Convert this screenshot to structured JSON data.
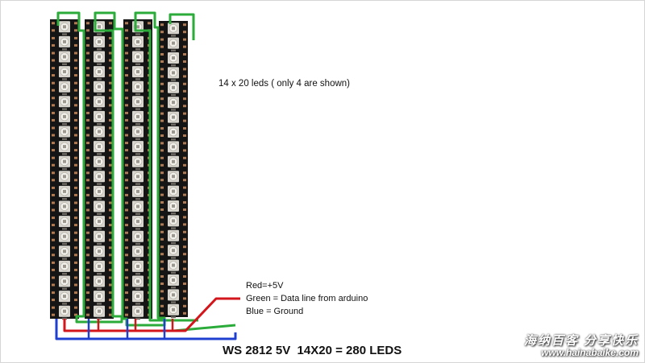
{
  "diagram": {
    "strip_count_shown": 4,
    "leds_per_strip_drawn": 20,
    "colors": {
      "strip_body": "#151515",
      "led_outer": "#d9d6cf",
      "led_inner": "#f3f1ec",
      "pad": "#b07a52",
      "data_wire": "#2bab3a",
      "power_wire": "#d3161c",
      "ground_wire": "#1f3fd1"
    },
    "strip_note": "14 x 20 leds ( only 4 are shown)",
    "legend": {
      "red": "Red=+5V",
      "green": "Green = Data line from arduino",
      "blue": "Blue = Ground"
    },
    "caption": "WS 2812 5V  14X20 = 280 LEDS"
  },
  "watermark": {
    "top": "海纳百客 分享快乐",
    "bottom": "www.hainabaike.com"
  }
}
